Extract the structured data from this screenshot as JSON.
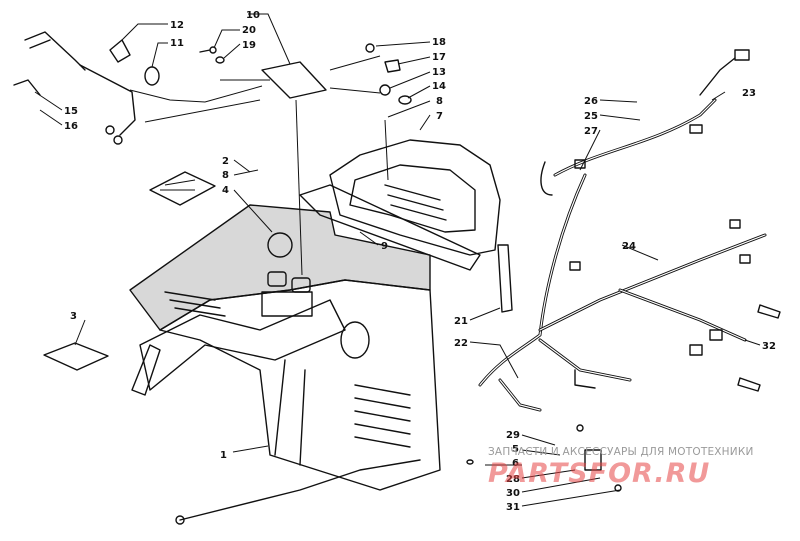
{
  "callouts": [
    {
      "id": "c1",
      "text": "1"
    },
    {
      "id": "c2",
      "text": "2"
    },
    {
      "id": "c3",
      "text": "3"
    },
    {
      "id": "c4",
      "text": "4"
    },
    {
      "id": "c5a",
      "text": "5"
    },
    {
      "id": "c5b",
      "text": "5"
    },
    {
      "id": "c6",
      "text": "6"
    },
    {
      "id": "c7",
      "text": "7"
    },
    {
      "id": "c8a",
      "text": "8"
    },
    {
      "id": "c8b",
      "text": "8"
    },
    {
      "id": "c9",
      "text": "9"
    },
    {
      "id": "c10",
      "text": "10"
    },
    {
      "id": "c11",
      "text": "11"
    },
    {
      "id": "c12",
      "text": "12"
    },
    {
      "id": "c13",
      "text": "13"
    },
    {
      "id": "c14",
      "text": "14"
    },
    {
      "id": "c15",
      "text": "15"
    },
    {
      "id": "c16",
      "text": "16"
    },
    {
      "id": "c17",
      "text": "17"
    },
    {
      "id": "c18",
      "text": "18"
    },
    {
      "id": "c19",
      "text": "19"
    },
    {
      "id": "c20",
      "text": "20"
    },
    {
      "id": "c21",
      "text": "21"
    },
    {
      "id": "c22",
      "text": "22"
    },
    {
      "id": "c23",
      "text": "23"
    },
    {
      "id": "c24",
      "text": "24"
    },
    {
      "id": "c25",
      "text": "25"
    },
    {
      "id": "c26",
      "text": "26"
    },
    {
      "id": "c27",
      "text": "27"
    },
    {
      "id": "c28",
      "text": "28"
    },
    {
      "id": "c29",
      "text": "29"
    },
    {
      "id": "c30",
      "text": "30"
    },
    {
      "id": "c31",
      "text": "31"
    },
    {
      "id": "c32",
      "text": "32"
    }
  ],
  "watermark": {
    "tagline": "ЗАПЧАСТИ И АКСЕССУАРЫ ДЛЯ МОТОТЕХНИКИ",
    "brand": "PARTSFOR.RU"
  },
  "colors": {
    "ink": "#111111",
    "background": "#ffffff",
    "watermark_text": "#9a9a9a",
    "watermark_brand": "#e64646"
  }
}
